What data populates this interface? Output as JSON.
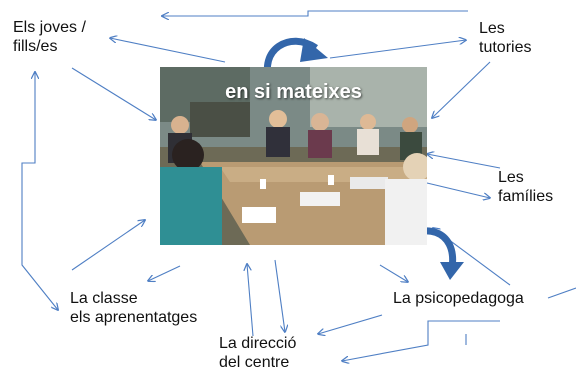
{
  "center": {
    "caption": "en si mateixes",
    "photo_description_icon": "meeting-photo"
  },
  "nodes": {
    "joves": [
      "Els joves /",
      "fills/es"
    ],
    "tutories": [
      "Les",
      "tutories"
    ],
    "families": [
      "Les",
      "famílies"
    ],
    "classe": [
      "La classe",
      "els aprenentatges"
    ],
    "psicopedagoga": [
      "La psicopedagoga"
    ],
    "direccio": [
      "La direcció",
      "del centre"
    ]
  },
  "colors": {
    "arrow": "#4f7fc4",
    "curved_arrow": "#3366aa",
    "text": "#111111"
  }
}
